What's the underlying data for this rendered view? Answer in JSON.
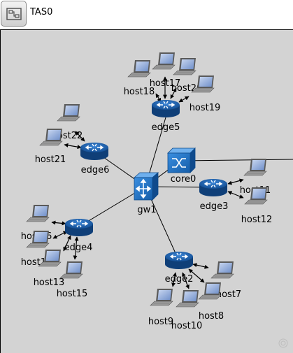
{
  "window": {
    "title": "TAS0",
    "module_icon": "module-icon"
  },
  "canvas": {
    "background": "#d3d3d3"
  },
  "nodes": {
    "gw1": "gw1",
    "core0": "core0",
    "edge2": "edge2",
    "edge3": "edge3",
    "edge4": "edge4",
    "edge5": "edge5",
    "edge6": "edge6",
    "host7": "host7",
    "host8": "host8",
    "host9": "host9",
    "host10": "host10",
    "host11": "host11",
    "host12": "host12",
    "host13": "host13",
    "host14": "host14",
    "host15": "host15",
    "host16": "host16",
    "host17": "host17",
    "host18": "host18",
    "host19": "host19",
    "host20": "host20",
    "host21": "host21",
    "host22": "host22"
  },
  "colors": {
    "router": "#1a5fae",
    "switch": "#1e6fc0",
    "laptop_screen": "#8fa9d8",
    "link": "#000000"
  }
}
